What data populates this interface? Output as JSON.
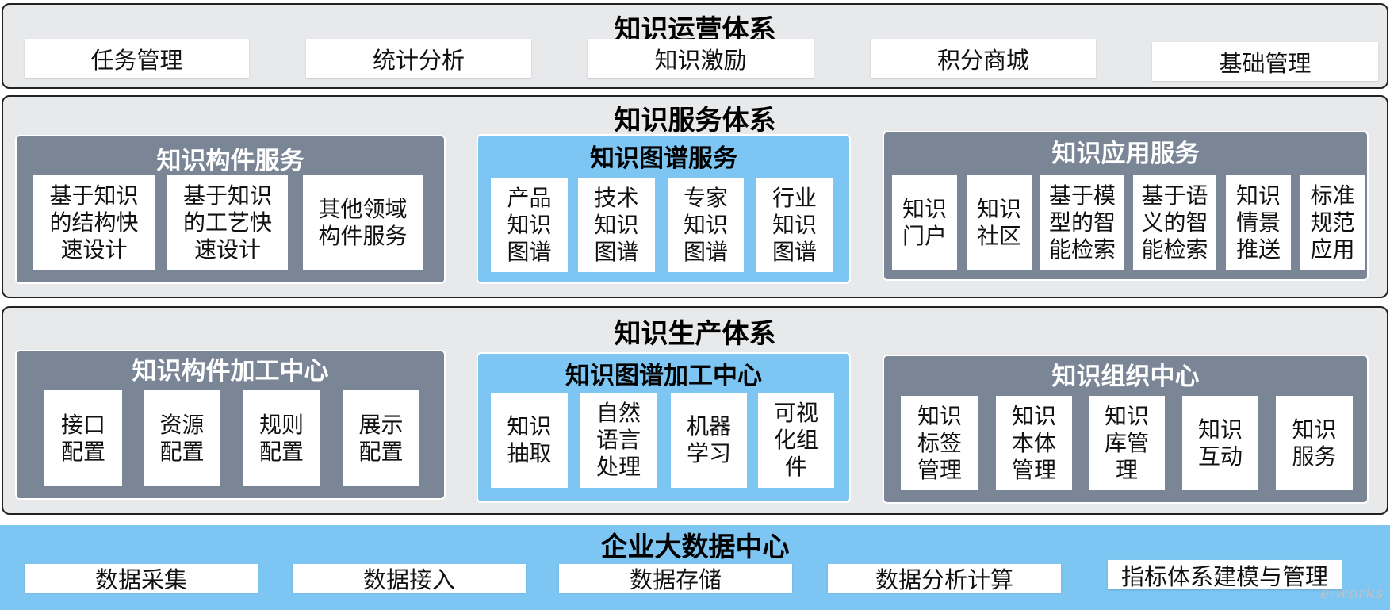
{
  "operations": {
    "title": "知识运营体系",
    "items": [
      "任务管理",
      "统计分析",
      "知识激励",
      "积分商城",
      "基础管理"
    ]
  },
  "service": {
    "title": "知识服务体系",
    "panels": [
      {
        "title": "知识构件服务",
        "style": "gray",
        "cells": [
          "基于知识\n的结构快\n速设计",
          "基于知识\n的工艺快\n速设计",
          "其他领域\n构件服务"
        ]
      },
      {
        "title": "知识图谱服务",
        "style": "blue",
        "cells": [
          "产品\n知识\n图谱",
          "技术\n知识\n图谱",
          "专家\n知识\n图谱",
          "行业\n知识\n图谱"
        ]
      },
      {
        "title": "知识应用服务",
        "style": "gray",
        "cells": [
          "知识\n门户",
          "知识\n社区",
          "基于模\n型的智\n能检索",
          "基于语\n义的智\n能检索",
          "知识\n情景\n推送",
          "标准\n规范\n应用"
        ]
      }
    ]
  },
  "production": {
    "title": "知识生产体系",
    "panels": [
      {
        "title": "知识构件加工中心",
        "style": "gray",
        "cells": [
          "接口\n配置",
          "资源\n配置",
          "规则\n配置",
          "展示\n配置"
        ]
      },
      {
        "title": "知识图谱加工中心",
        "style": "blue",
        "cells": [
          "知识\n抽取",
          "自然\n语言\n处理",
          "机器\n学习",
          "可视\n化组\n件"
        ]
      },
      {
        "title": "知识组织中心",
        "style": "gray",
        "cells": [
          "知识\n标签\n管理",
          "知识\n本体\n管理",
          "知识\n库管\n理",
          "知识\n互动",
          "知识\n服务"
        ]
      }
    ]
  },
  "bigdata": {
    "title": "企业大数据中心",
    "items": [
      "数据采集",
      "数据接入",
      "数据存储",
      "数据分析计算",
      "指标体系建模与管理"
    ]
  },
  "watermark": "e-works",
  "colors": {
    "layer_bg": "#e8e9eb",
    "panel_gray": "#7a8596",
    "panel_blue": "#7dc6f3",
    "border": "#222222"
  }
}
